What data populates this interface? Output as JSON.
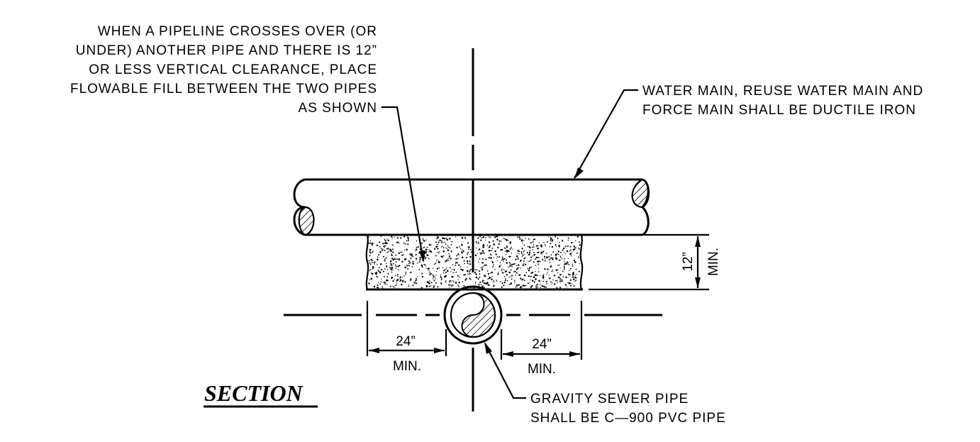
{
  "title": "SECTION",
  "notes": {
    "flowable_fill": [
      "WHEN A PIPELINE CROSSES OVER (OR",
      "UNDER) ANOTHER PIPE AND THERE IS 12”",
      "OR LESS VERTICAL CLEARANCE, PLACE",
      "FLOWABLE FILL BETWEEN THE TWO PIPES",
      "AS SHOWN"
    ],
    "water_main": [
      "WATER MAIN, REUSE WATER MAIN AND",
      "FORCE MAIN SHALL BE DUCTILE IRON"
    ],
    "gravity_sewer": [
      "GRAVITY SEWER PIPE",
      "SHALL BE C—900 PVC PIPE"
    ]
  },
  "dimensions": {
    "vertical_value": "12”",
    "vertical_min": "MIN.",
    "left_value": "24”",
    "left_min": "MIN.",
    "right_value": "24”",
    "right_min": "MIN."
  }
}
